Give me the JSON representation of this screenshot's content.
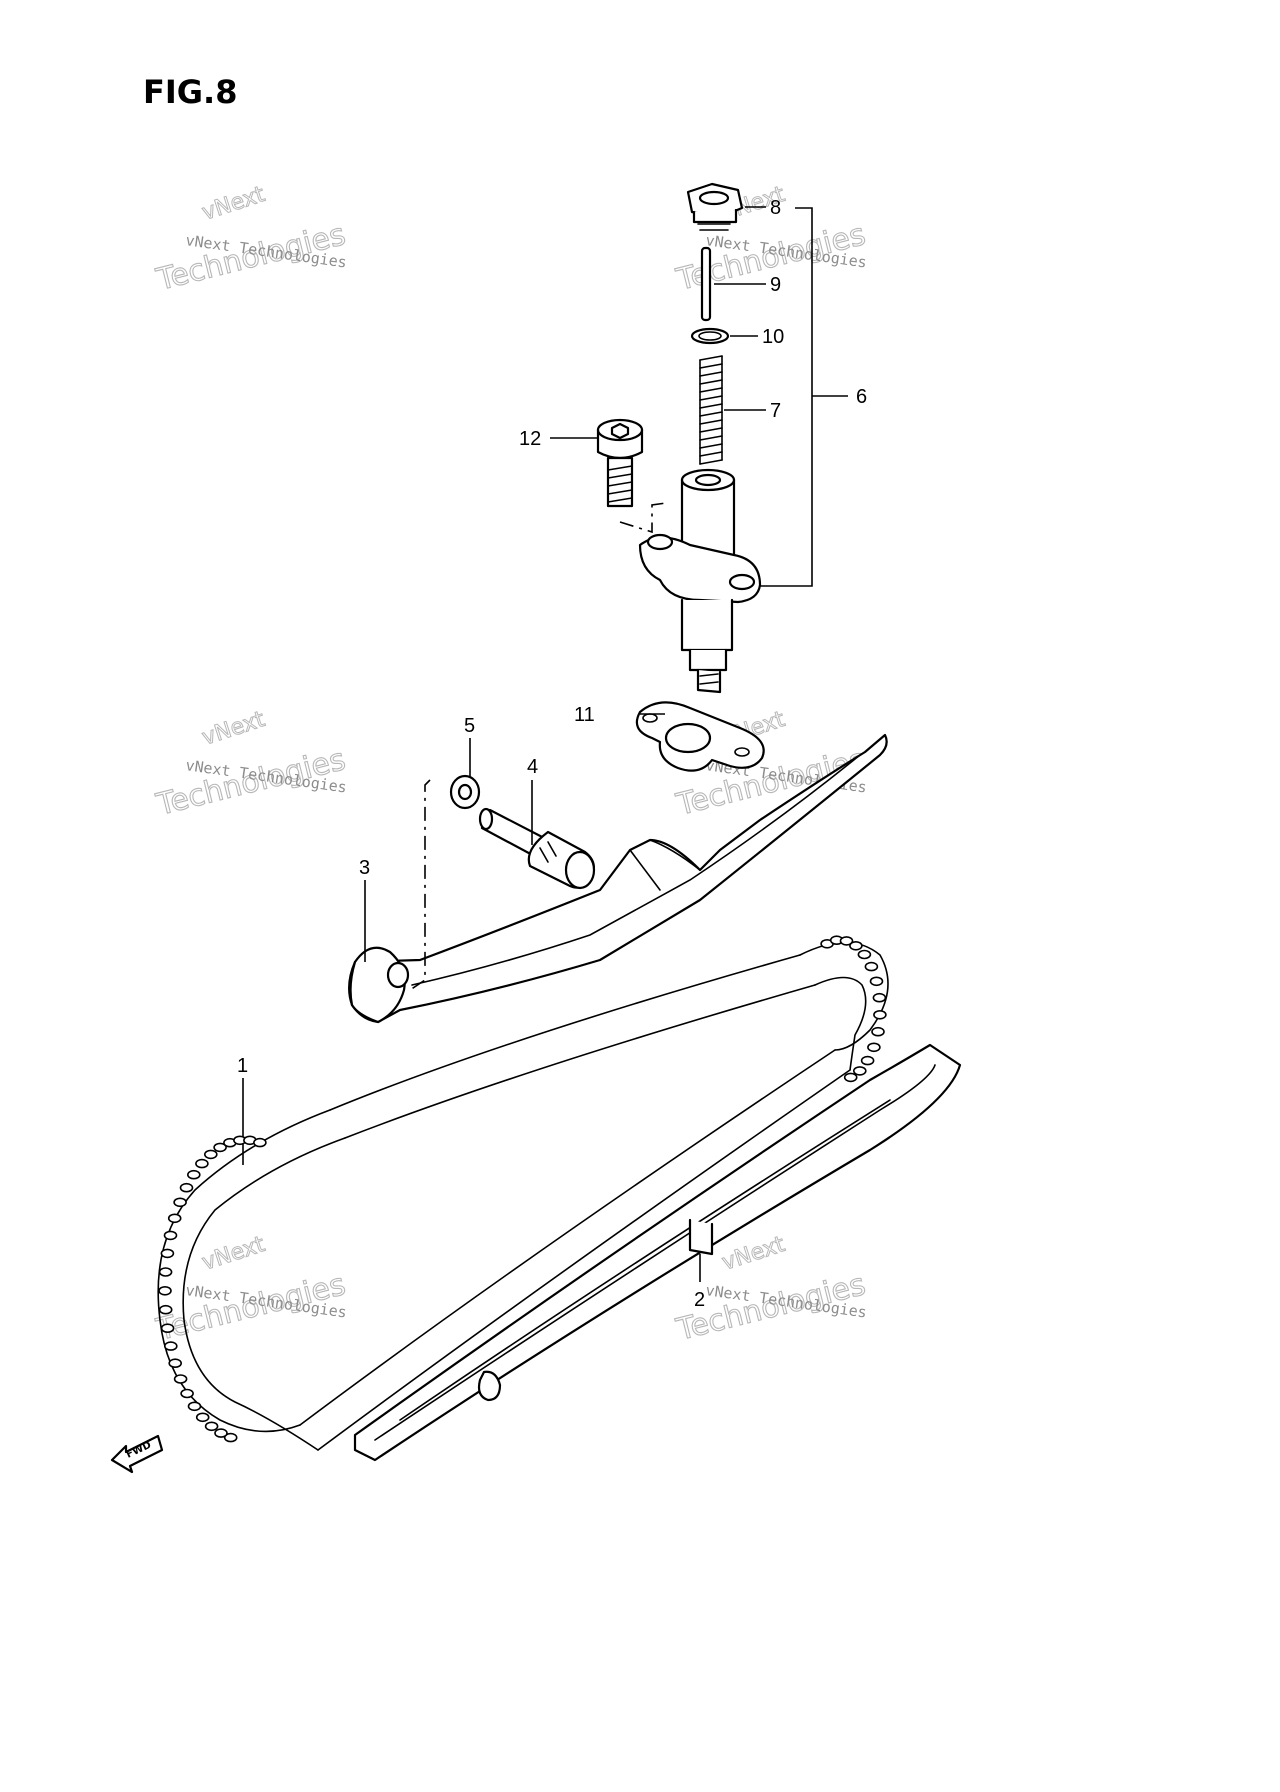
{
  "figure": {
    "title": "FIG.8"
  },
  "direction_label": "FWD",
  "callouts": [
    {
      "id": "callout-8",
      "text": "8"
    },
    {
      "id": "callout-9",
      "text": "9"
    },
    {
      "id": "callout-10",
      "text": "10"
    },
    {
      "id": "callout-7",
      "text": "7"
    },
    {
      "id": "callout-6",
      "text": "6"
    },
    {
      "id": "callout-12",
      "text": "12"
    },
    {
      "id": "callout-11",
      "text": "11"
    },
    {
      "id": "callout-5",
      "text": "5"
    },
    {
      "id": "callout-4",
      "text": "4"
    },
    {
      "id": "callout-3",
      "text": "3"
    },
    {
      "id": "callout-1",
      "text": "1"
    },
    {
      "id": "callout-2",
      "text": "2"
    }
  ],
  "watermark": {
    "line1": "vNext Technologies",
    "line2": "Technologies",
    "line0": "vNext"
  }
}
